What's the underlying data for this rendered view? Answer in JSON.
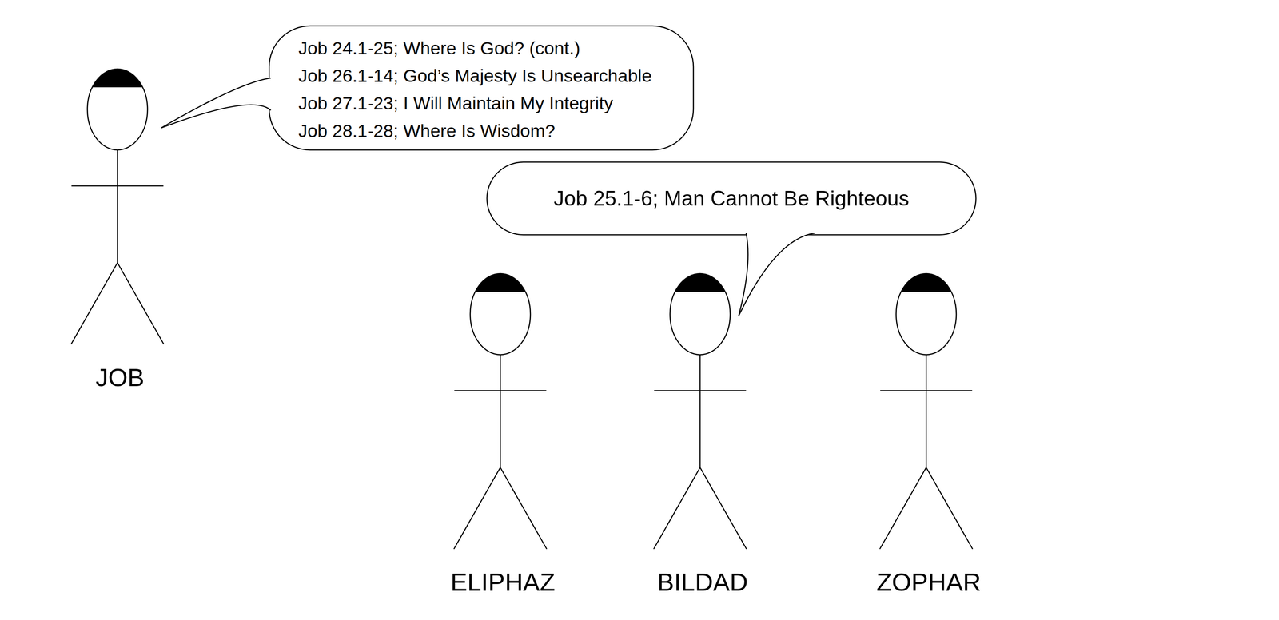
{
  "diagram": {
    "nodes": [
      {
        "text": [
          "Job 24.1-25; Where Is God? (cont.)",
          "Job 26.1-14; God’s Majesty Is Unsearchable",
          "Job 27.1-23; I Will Maintain My Integrity",
          "Job 28.1-28; Where Is Wisdom?"
        ]
      },
      {
        "text": [
          "Job 25.1-6; Man Cannot Be Righteous"
        ]
      }
    ],
    "labels": [
      "JOB",
      "ELIPHAZ",
      "BILDAD",
      "ZOPHAR"
    ]
  }
}
